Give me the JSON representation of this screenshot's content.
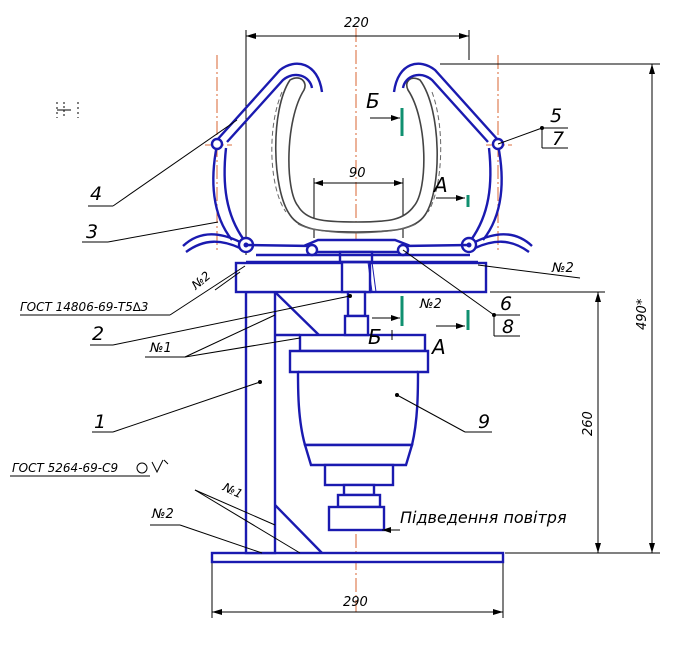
{
  "dimensions": {
    "top_width": "220",
    "inner_width": "90",
    "height_total": "490*",
    "height_lower": "260",
    "base_width": "290"
  },
  "section_labels": {
    "b_top": "Б",
    "b_bottom": "Б",
    "a_top": "А",
    "a_bottom": "А"
  },
  "callouts": {
    "c1": "1",
    "c2": "2",
    "c3": "3",
    "c4": "4",
    "c5": "5",
    "c6": "6",
    "c7": "7",
    "c8": "8",
    "c9": "9"
  },
  "weld_marks": {
    "w_left_top": "№2",
    "w_right_top": "№2",
    "w_mid": "№2",
    "w_n1_upper": "№1",
    "w_n1_lower": "№1",
    "w_n2_lower": "№2"
  },
  "standards": {
    "gost_weld_top": "ГОСТ 14806-69-Т5∆3",
    "gost_weld_bottom": "ГОСТ 5264-69-С9"
  },
  "air_supply_label": "Підведення повітря",
  "colors": {
    "part": "#1a1ab0",
    "axis": "#d04000",
    "section_mark": "#109070",
    "leader": "#000000"
  }
}
